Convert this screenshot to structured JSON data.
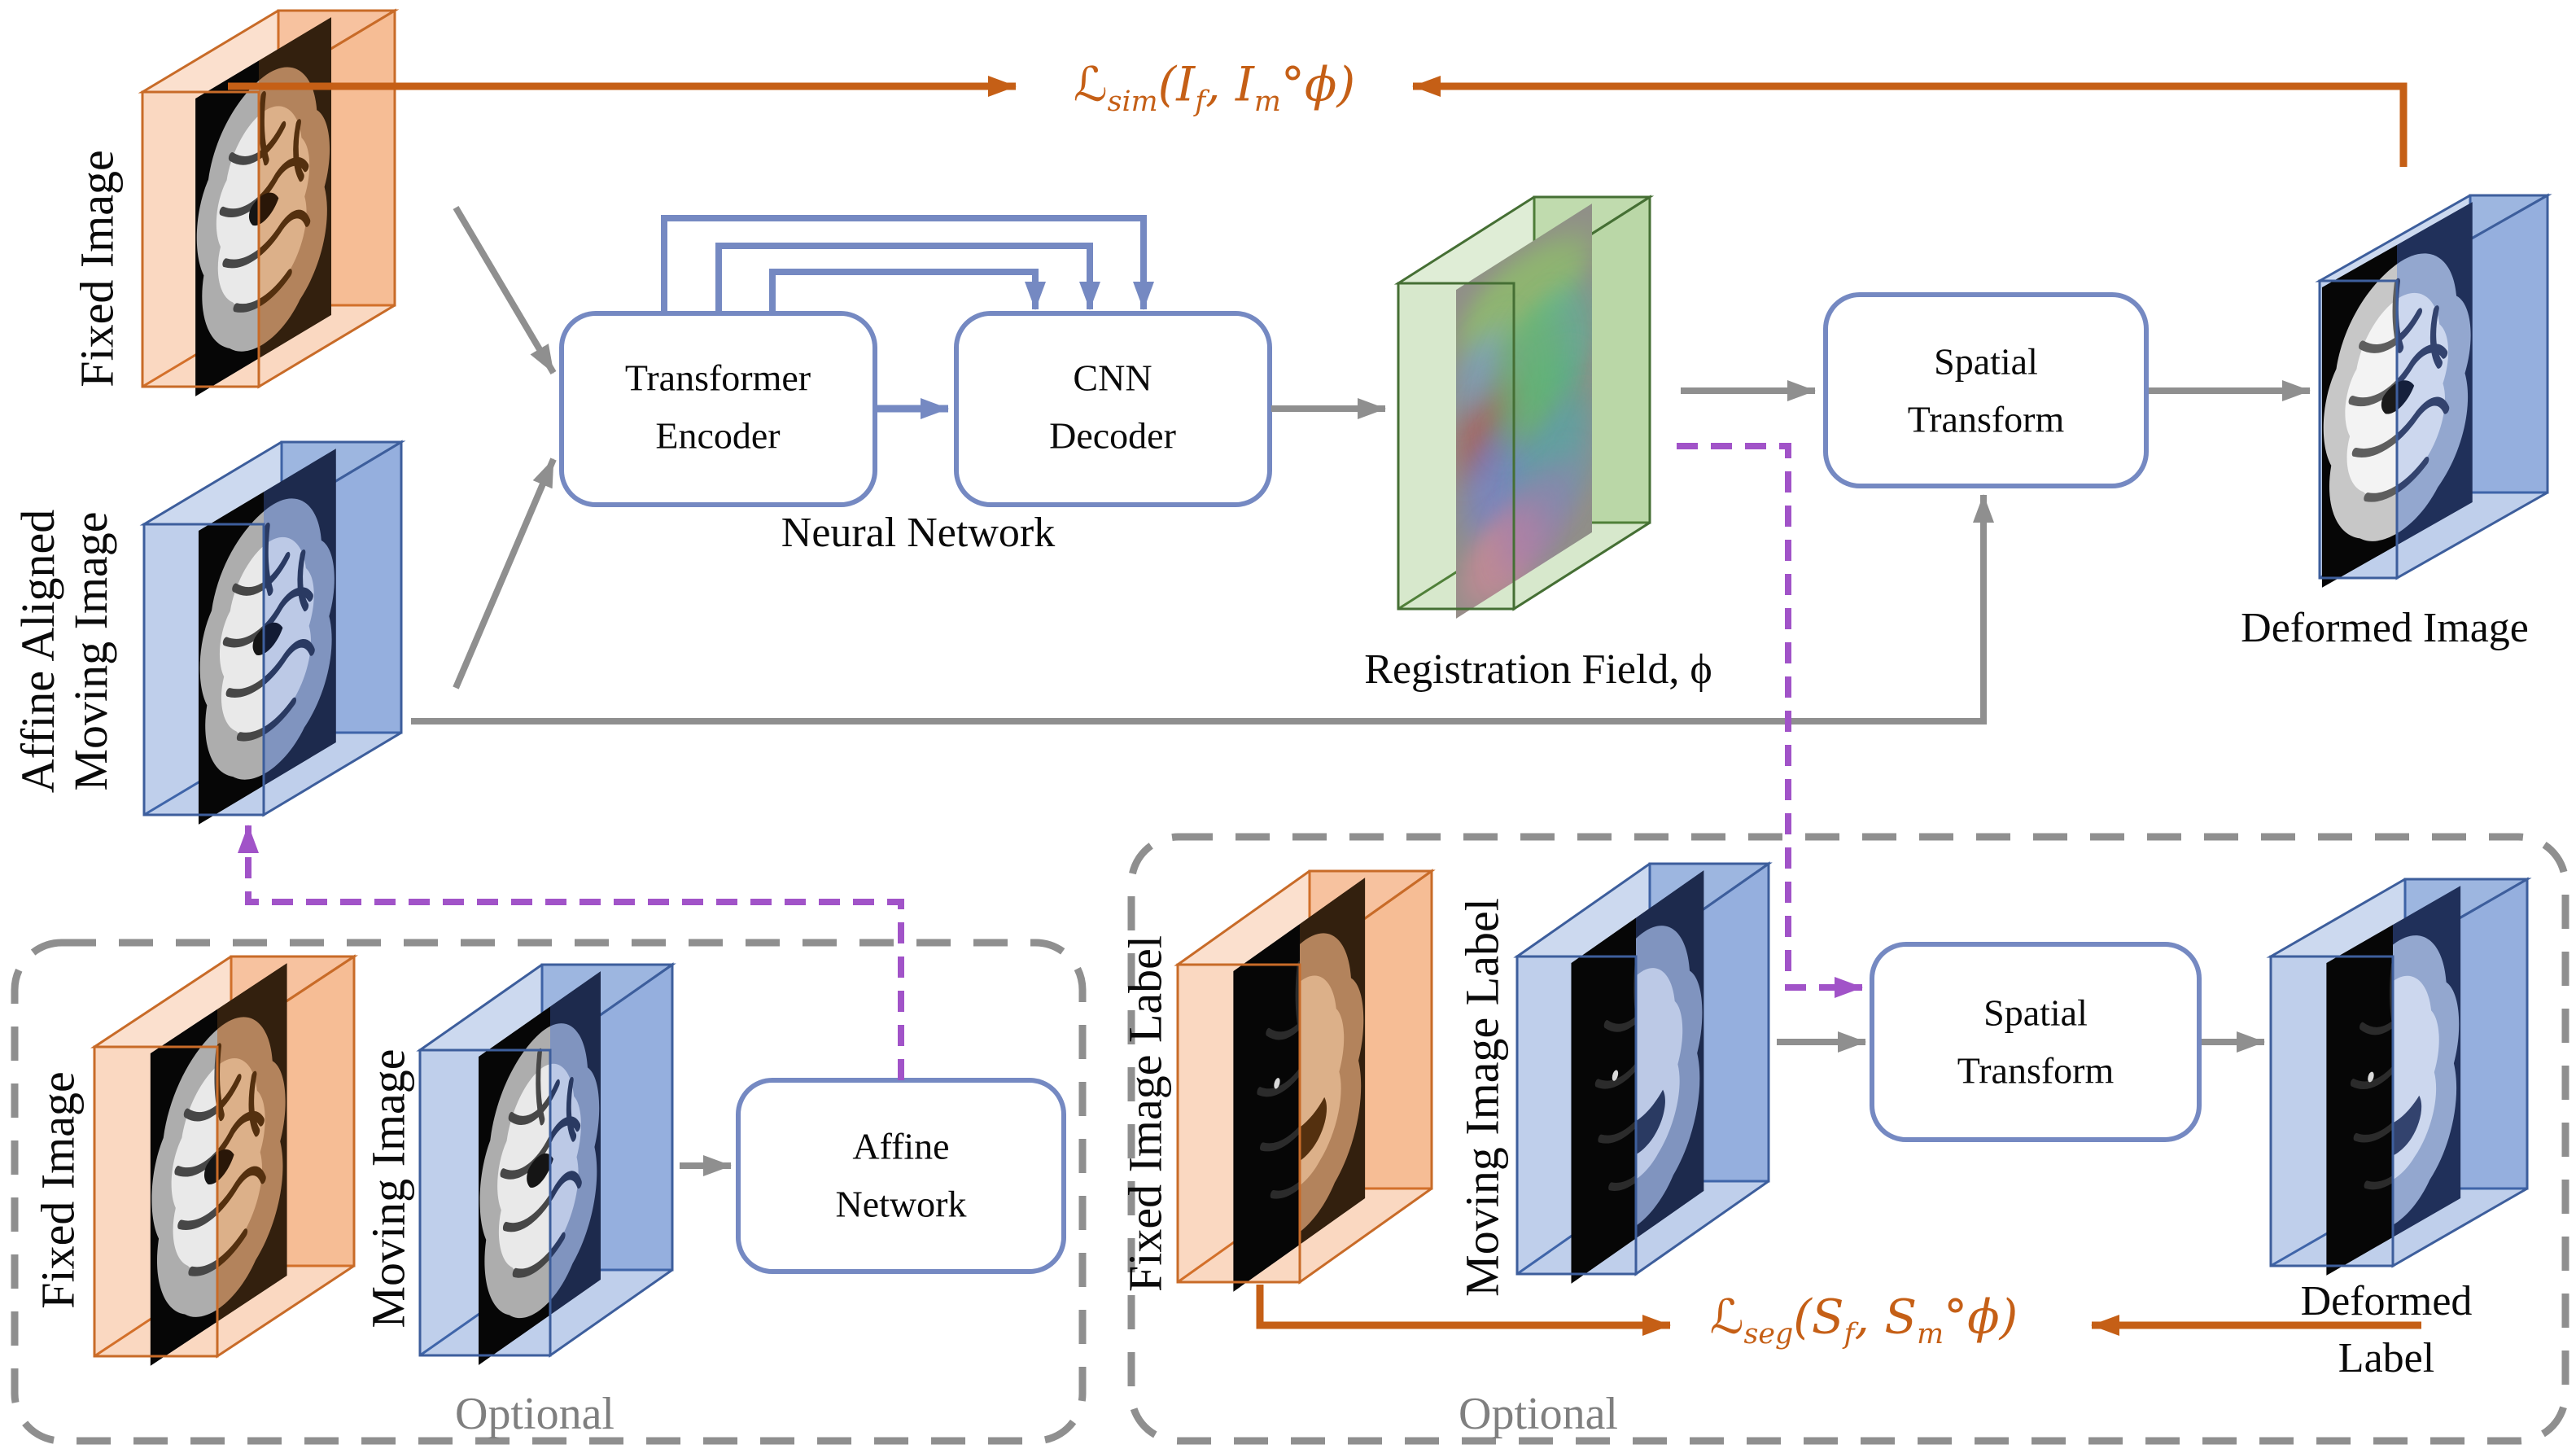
{
  "figure": {
    "kind": "neural-network-registration-architecture-diagram",
    "background": "#ffffff"
  },
  "labels": {
    "fixed_image_top": "Fixed Image",
    "affine_aligned_moving": [
      "Affine Aligned",
      "Moving Image"
    ],
    "encoder": [
      "Transformer",
      "Encoder"
    ],
    "decoder": [
      "CNN",
      "Decoder"
    ],
    "neural_network": "Neural Network",
    "registration_field": "Registration Field, ϕ",
    "spatial_transform": [
      "Spatial",
      "Transform"
    ],
    "deformed_image": "Deformed Image",
    "fixed_image_bottom": "Fixed Image",
    "moving_image_bottom": "Moving Image",
    "affine_network": [
      "Affine",
      "Network"
    ],
    "optional_left": "Optional",
    "optional_right": "Optional",
    "fixed_image_label": "Fixed Image Label",
    "moving_image_label": "Moving Image Label",
    "deformed_label": [
      "Deformed",
      "Label"
    ],
    "loss_sim_text": "ℒsim(If, Im°ϕ)",
    "loss_seg_text": "ℒseg(Sf, Sm°ϕ)"
  },
  "loss_sim_parts": [
    {
      "t": "ℒ",
      "i": true
    },
    {
      "t": "sim",
      "sub": true
    },
    {
      "t": "("
    },
    {
      "t": "I",
      "i": true
    },
    {
      "t": "f",
      "sub": true
    },
    {
      "t": ", "
    },
    {
      "t": "I",
      "i": true
    },
    {
      "t": "m",
      "sub": true
    },
    {
      "t": "°"
    },
    {
      "t": "ϕ",
      "i": true
    },
    {
      "t": ")"
    }
  ],
  "loss_seg_parts": [
    {
      "t": "ℒ",
      "i": true
    },
    {
      "t": "seg",
      "sub": true
    },
    {
      "t": "("
    },
    {
      "t": "S",
      "i": true
    },
    {
      "t": "f",
      "sub": true
    },
    {
      "t": ", "
    },
    {
      "t": "S",
      "i": true
    },
    {
      "t": "m",
      "sub": true
    },
    {
      "t": "°"
    },
    {
      "t": "ϕ",
      "i": true
    },
    {
      "t": ")"
    }
  ],
  "colors": {
    "orange_accent": "#C55F16",
    "orange_volume_fill": "#ED7D31",
    "orange_volume_border": "#C86B28",
    "blue_volume_fill": "#4472C4",
    "blue_volume_border": "#3D5E9C",
    "green_volume_fill": "#70AD47",
    "green_volume_border": "#456F34",
    "node_border_blue": "#7589C2",
    "arrow_gray": "#8F8F8F",
    "purple_dashed": "#A153C8",
    "dashed_box_gray": "#8F8F8F",
    "optional_text_gray": "#7F7F7F"
  }
}
